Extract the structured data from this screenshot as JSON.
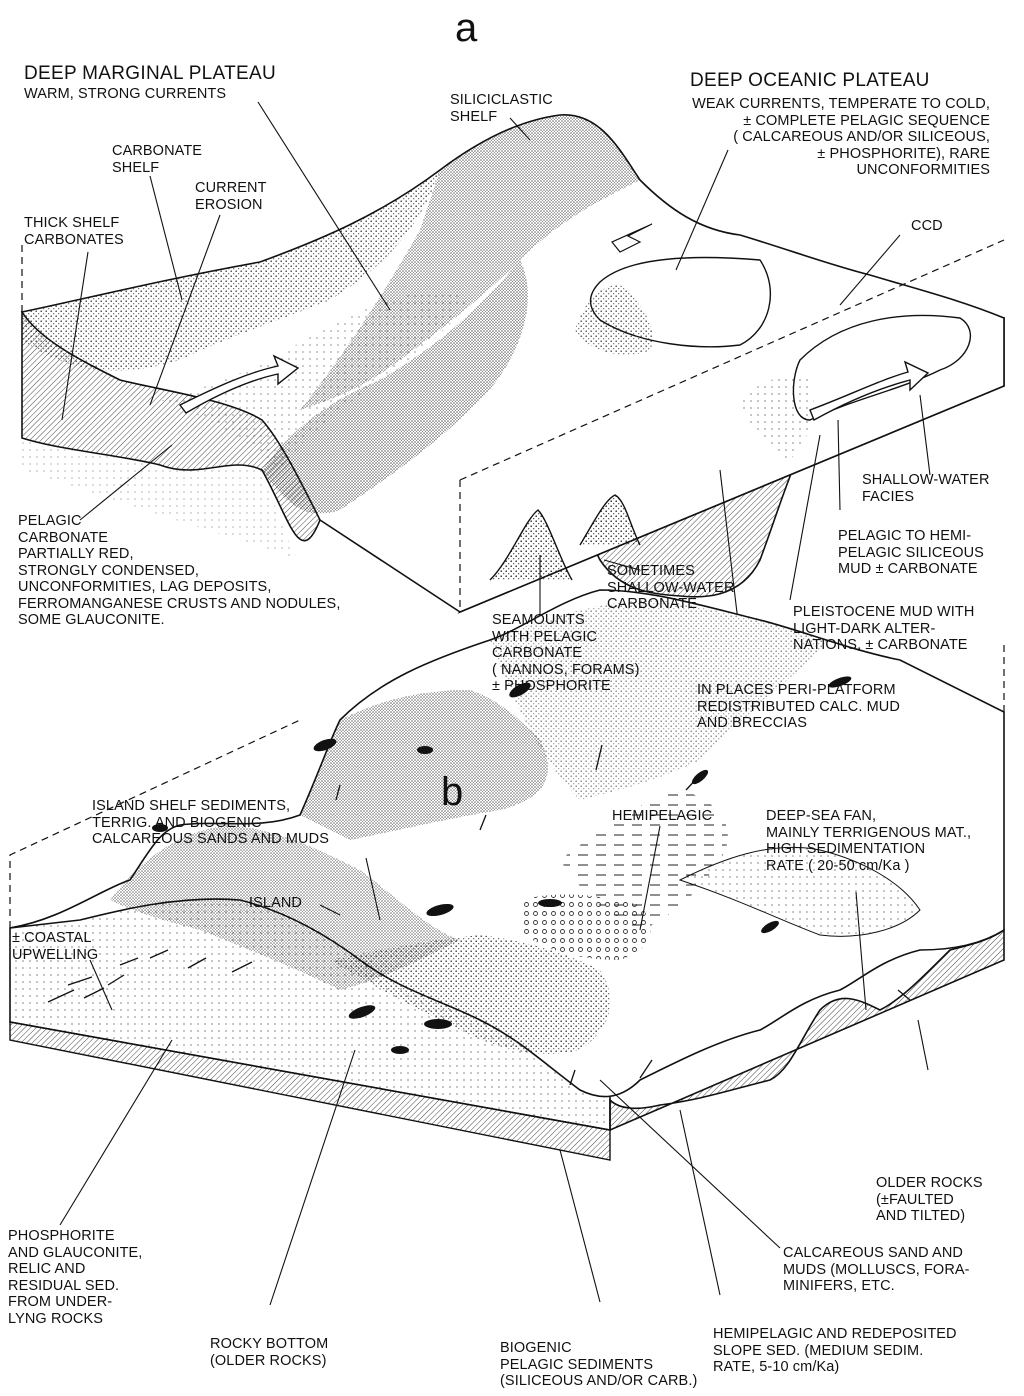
{
  "panel_a": {
    "letter": "a",
    "labels": {
      "deep_marginal_title": "DEEP MARGINAL PLATEAU",
      "deep_marginal_sub": "WARM, STRONG CURRENTS",
      "carbonate_shelf": "CARBONATE\nSHELF",
      "current_erosion": "CURRENT\nEROSION",
      "thick_shelf": "THICK SHELF\nCARBONATES",
      "siliciclastic_shelf": "SILICICLASTIC\nSHELF",
      "deep_oceanic_title": "DEEP OCEANIC PLATEAU",
      "deep_oceanic_sub": "WEAK CURRENTS, TEMPERATE TO COLD,\n± COMPLETE PELAGIC SEQUENCE\n( CALCAREOUS AND/OR SILICEOUS,\n± PHOSPHORITE), RARE\nUNCONFORMITIES",
      "ccd": "CCD",
      "shallow_water_facies": "SHALLOW-WATER\nFACIES",
      "pelagic_hemipelagic": "PELAGIC TO HEMI-\nPELAGIC SILICEOUS\nMUD ± CARBONATE",
      "pleistocene_mud": "PLEISTOCENE MUD WITH\nLIGHT-DARK ALTER-\nNATIONS, ± CARBONATE",
      "peri_platform": "IN PLACES PERI-PLATFORM\nREDISTRIBUTED CALC. MUD\nAND BRECCIAS",
      "seamounts": "SEAMOUNTS\nWITH PELAGIC\nCARBONATE\n( NANNOS, FORAMS)\n± PHOSPHORITE",
      "sometimes_shallow": "SOMETIMES\nSHALLOW-WATER\nCARBONATE",
      "pelagic_carbonate": "PELAGIC\nCARBONATE\nPARTIALLY RED,\nSTRONGLY CONDENSED,\nUNCONFORMITIES, LAG DEPOSITS,\nFERROMANGANESE CRUSTS AND NODULES,\nSOME GLAUCONITE."
    }
  },
  "panel_b": {
    "letter": "b",
    "labels": {
      "island_shelf": "ISLAND SHELF SEDIMENTS,\nTERRIG. AND BIOGENIC\nCALCAREOUS SANDS AND MUDS",
      "island": "ISLAND",
      "coastal_upwelling": "± COASTAL\nUPWELLING",
      "hemipelagic": "HEMIPELAGIC",
      "deep_sea_fan": "DEEP-SEA FAN,\nMAINLY TERRIGENOUS MAT.,\nHIGH SEDIMENTATION\nRATE ( 20-50 cm/Ka )",
      "older_rocks": "OLDER ROCKS\n(±FAULTED\nAND TILTED)",
      "calcareous_sand": "CALCAREOUS SAND AND\nMUDS (MOLLUSCS, FORA-\nMINIFERS, ETC.",
      "hemipelagic_redeposited": "HEMIPELAGIC AND REDEPOSITED\nSLOPE SED. (MEDIUM SEDIM.\nRATE, 5-10 cm/Ka)",
      "biogenic_pelagic": "BIOGENIC\nPELAGIC SEDIMENTS\n(SILICEOUS AND/OR CARB.)",
      "rocky_bottom": "ROCKY BOTTOM\n(OLDER ROCKS)",
      "phosphorite": "PHOSPHORITE\nAND GLAUCONITE,\nRELIC AND\nRESIDUAL SED.\nFROM UNDER-\nLYNG ROCKS"
    }
  }
}
